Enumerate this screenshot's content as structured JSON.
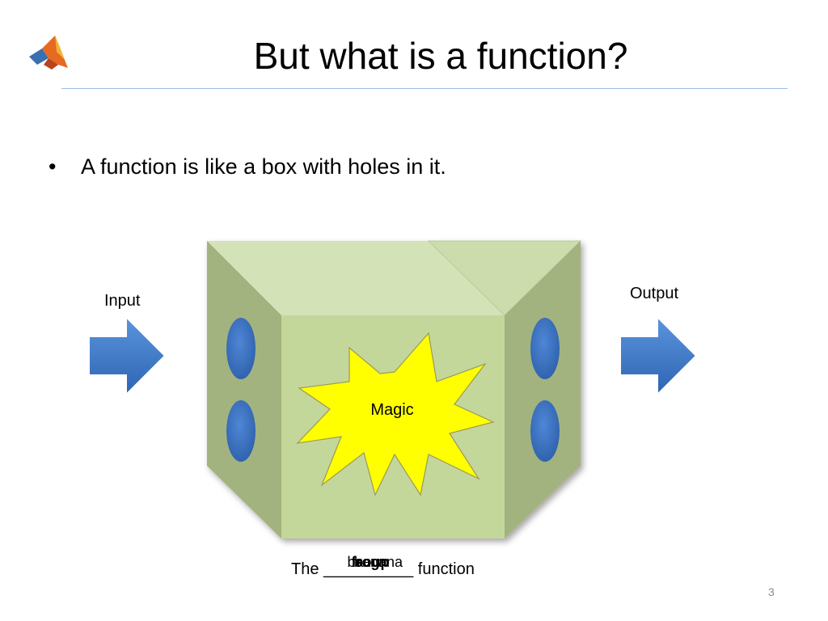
{
  "slide": {
    "title": "But what is a function?",
    "bullet_glyph": "•",
    "bullet_text": "A function is like a box with holes in it.",
    "page_number": "3"
  },
  "logo": {
    "icon": "matlab-logo-icon"
  },
  "diagram": {
    "input_label": "Input",
    "output_label": "Output",
    "center_label": "Magic",
    "caption_prefix": "The __________ function",
    "overlapping_words": [
      "banana",
      "bacon",
      "soup",
      "frog"
    ],
    "colors": {
      "box_face": "#c4d79b",
      "box_top": "#d6e3bc",
      "box_side": "#a0b07a",
      "holes": "#3b73c7",
      "arrows": "#3f7fcf",
      "starburst": "#ffff00",
      "title_rule": "#9dbde4"
    }
  }
}
